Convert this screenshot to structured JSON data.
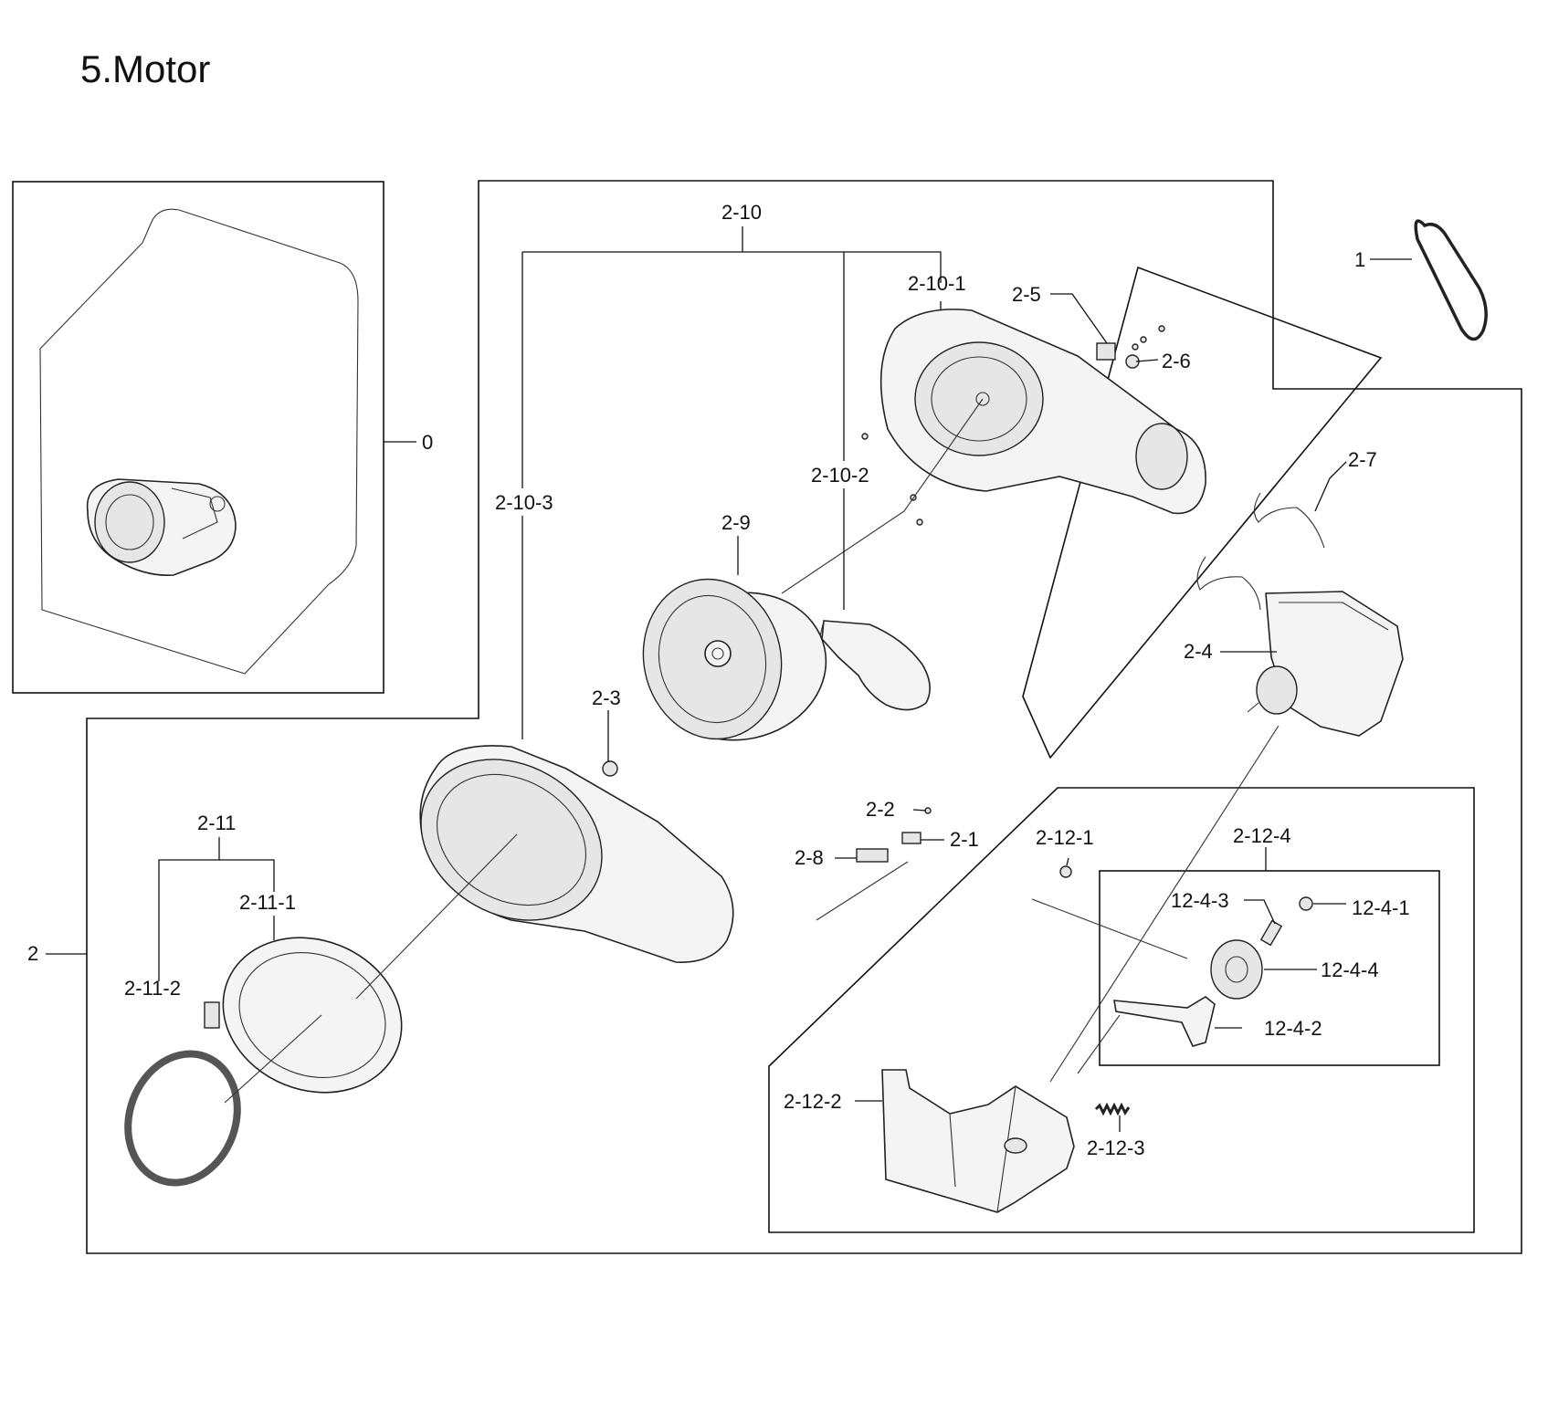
{
  "title": "5.Motor",
  "labels": {
    "p1": "1",
    "p0": "0",
    "p2": "2",
    "p2_10": "2-10",
    "p2_10_1": "2-10-1",
    "p2_10_2": "2-10-2",
    "p2_10_3": "2-10-3",
    "p2_5": "2-5",
    "p2_6": "2-6",
    "p2_7": "2-7",
    "p2_9": "2-9",
    "p2_4": "2-4",
    "p2_3": "2-3",
    "p2_2": "2-2",
    "p2_1": "2-1",
    "p2_8": "2-8",
    "p2_11": "2-11",
    "p2_11_1": "2-11-1",
    "p2_11_2": "2-11-2",
    "p2_12_1": "2-12-1",
    "p2_12_2": "2-12-2",
    "p2_12_3": "2-12-3",
    "p2_12_4": "2-12-4",
    "p12_4_1": "12-4-1",
    "p12_4_2": "12-4-2",
    "p12_4_3": "12-4-3",
    "p12_4_4": "12-4-4"
  }
}
